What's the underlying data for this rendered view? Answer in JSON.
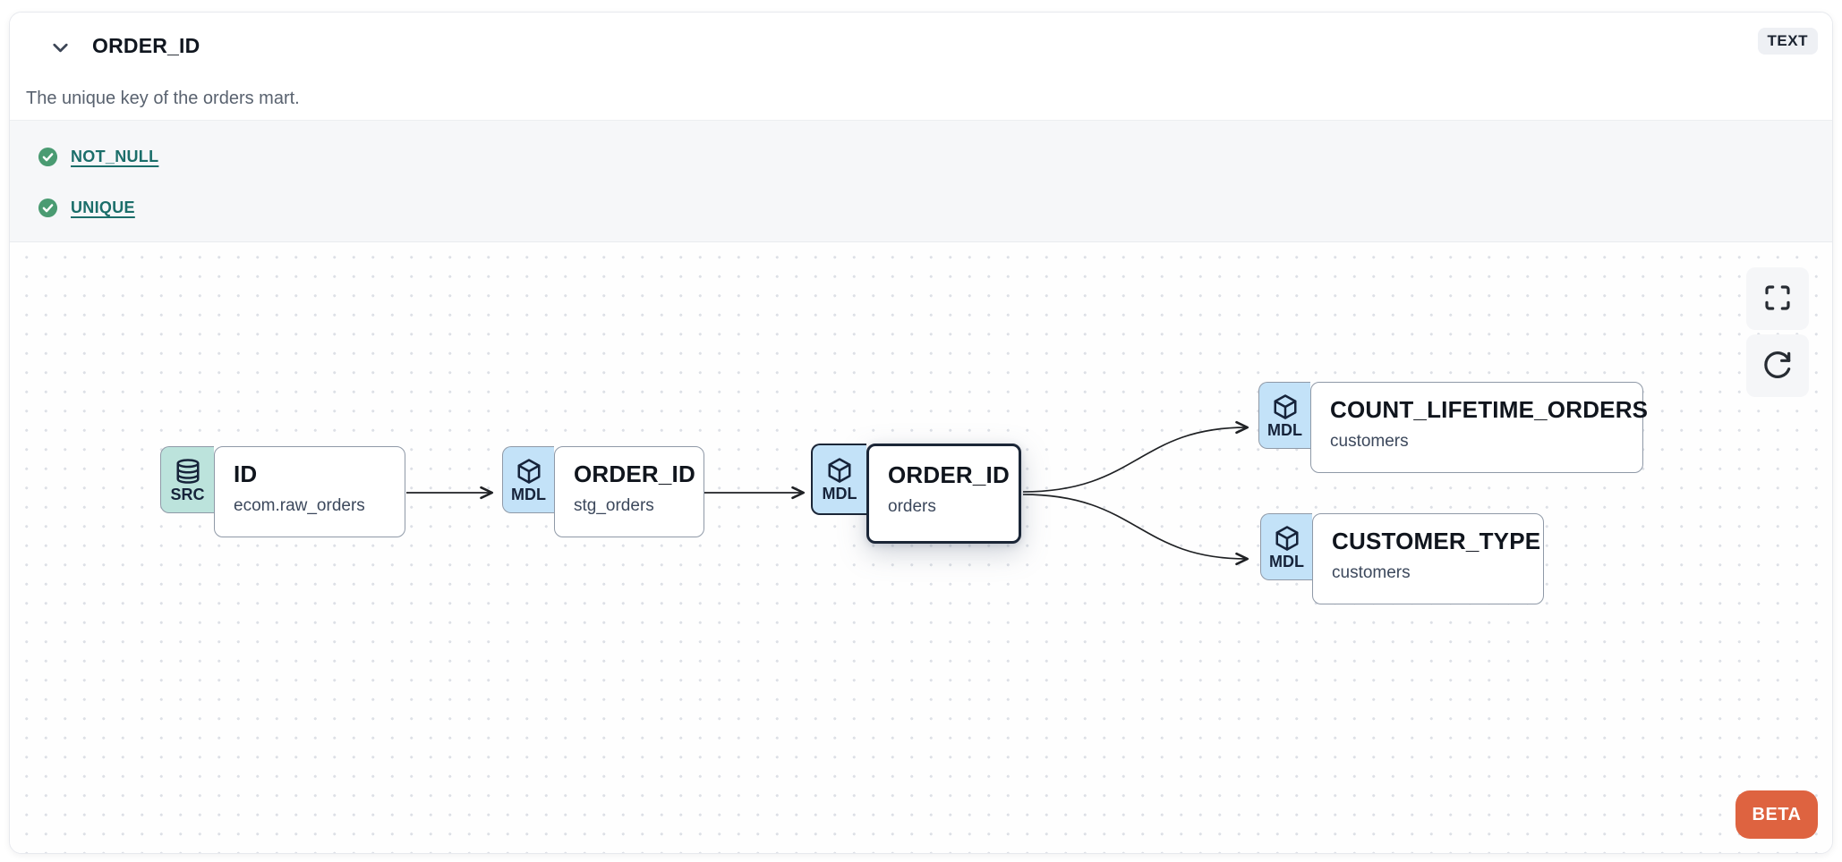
{
  "header": {
    "title": "ORDER_ID",
    "type_badge": "TEXT",
    "description": "The unique key of the orders mart."
  },
  "tests": {
    "items": [
      {
        "label": "NOT_NULL",
        "status": "passed"
      },
      {
        "label": "UNIQUE",
        "status": "passed"
      }
    ]
  },
  "lineage": {
    "nodes": [
      {
        "kind": "SRC",
        "icon": "database-icon",
        "title": "ID",
        "subtitle": "ecom.raw_orders",
        "selected": false
      },
      {
        "kind": "MDL",
        "icon": "cube-icon",
        "title": "ORDER_ID",
        "subtitle": "stg_orders",
        "selected": false
      },
      {
        "kind": "MDL",
        "icon": "cube-icon",
        "title": "ORDER_ID",
        "subtitle": "orders",
        "selected": true
      },
      {
        "kind": "MDL",
        "icon": "cube-icon",
        "title": "COUNT_LIFETIME_ORDERS",
        "subtitle": "customers",
        "selected": false
      },
      {
        "kind": "MDL",
        "icon": "cube-icon",
        "title": "CUSTOMER_TYPE",
        "subtitle": "customers",
        "selected": false
      }
    ],
    "beta_label": "BETA"
  },
  "icons": {
    "header_collapse": "chevron-down",
    "test_status": "check-circle",
    "source_badge": "database",
    "model_badge": "cube",
    "canvas_controls": [
      "maximize",
      "rotate-clockwise"
    ]
  },
  "colors": {
    "beta_orange": "#DE6340",
    "test_pass_green": "#4A9B72",
    "link_teal": "#1B6E6A",
    "src_badge_bg": "#BCE3DC",
    "mdl_badge_bg": "#C3E2F8",
    "selected_border": "#1B2637",
    "node_border": "#8F99A7",
    "tests_section_bg": "#F6F7F9"
  }
}
